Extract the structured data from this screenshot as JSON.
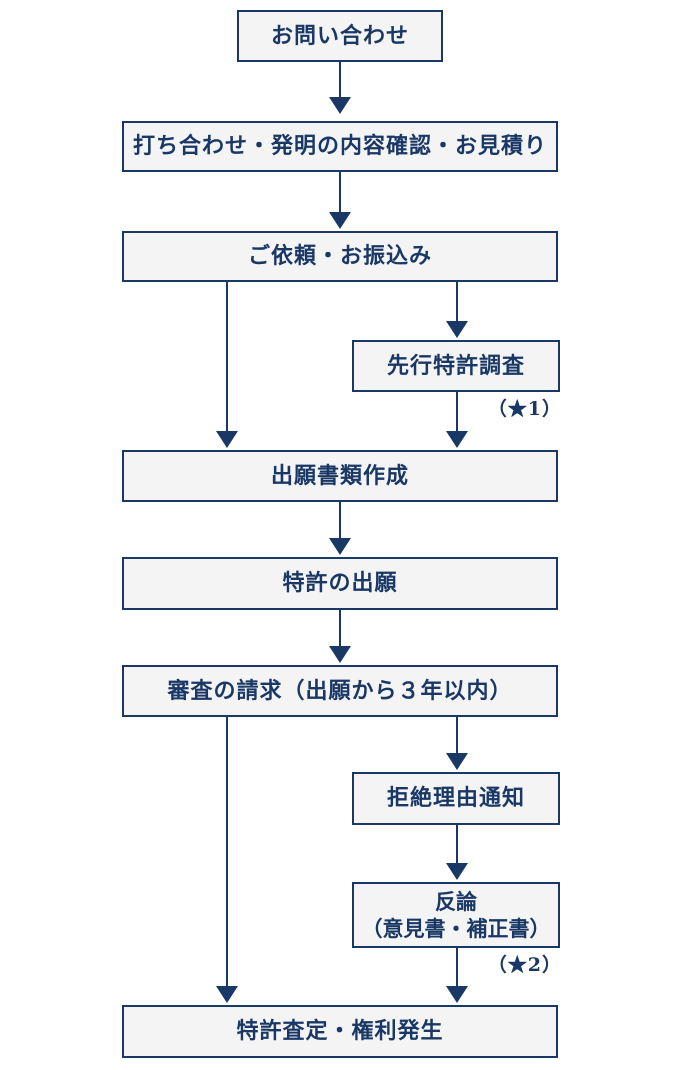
{
  "colors": {
    "navy": "#1a3866",
    "box-fill": "#f4f4f5",
    "page-bg": "#ffffff"
  },
  "flowchart": {
    "type": "vertical-flowchart",
    "nodes": [
      {
        "id": "inquiry",
        "label": "お問い合わせ"
      },
      {
        "id": "meeting-estimate",
        "label": "打ち合わせ・発明の内容確認・お見積り"
      },
      {
        "id": "request-payment",
        "label": "ご依頼・お振込み"
      },
      {
        "id": "prior-patent-search",
        "label": "先行特許調査"
      },
      {
        "id": "application-documents",
        "label": "出願書類作成"
      },
      {
        "id": "patent-filing",
        "label": "特許の出願"
      },
      {
        "id": "examination-request",
        "label": "審査の請求（出願から３年以内）"
      },
      {
        "id": "rejection-notice",
        "label": "拒絶理由通知"
      },
      {
        "id": "counter-argument",
        "label": "反論",
        "label2": "（意見書・補正書）"
      },
      {
        "id": "patent-grant",
        "label": "特許査定・権利発生"
      }
    ],
    "notes": [
      {
        "id": "star1",
        "text": "（★1）"
      },
      {
        "id": "star2",
        "text": "（★2）"
      }
    ]
  }
}
